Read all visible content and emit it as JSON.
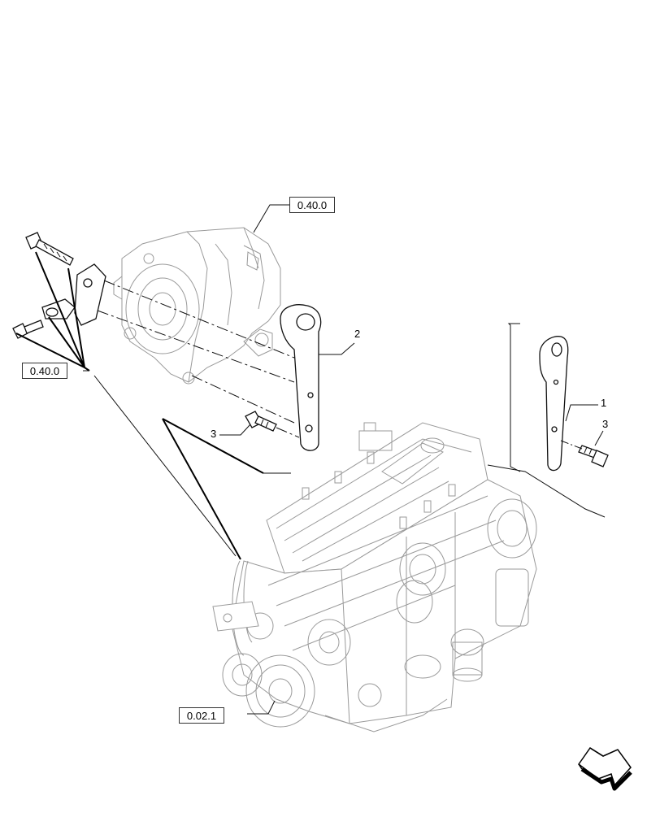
{
  "references": {
    "alternator_top": "0.40.0",
    "alternator_left": "0.40.0",
    "engine": "0.02.1"
  },
  "callouts": {
    "bracket_center": "2",
    "bolt_center": "3",
    "bracket_right": "1",
    "bolt_right": "3"
  },
  "icons": {
    "navigation_arrow": "next-page-arrow-icon"
  }
}
